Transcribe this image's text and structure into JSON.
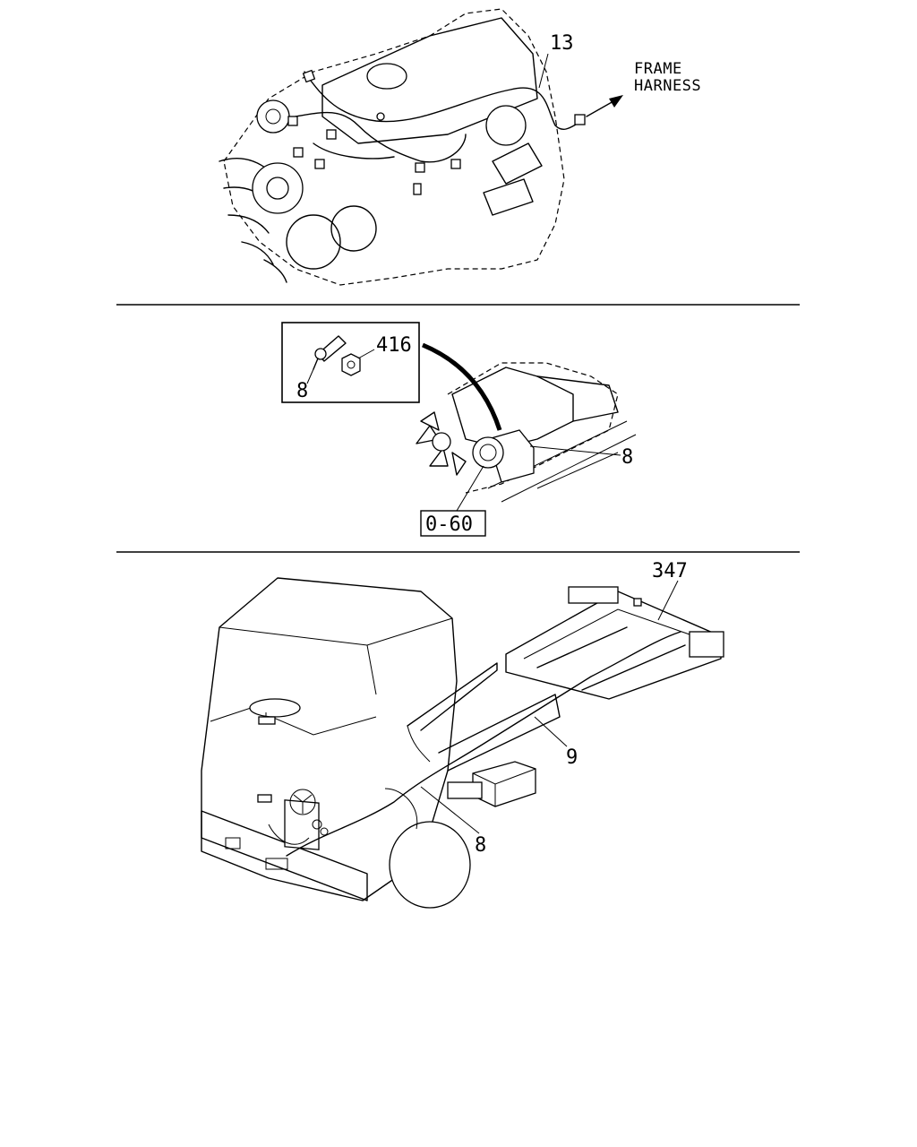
{
  "panels": {
    "engine": {
      "callout_harness": "13",
      "label_line1": "FRAME",
      "label_line2": "HARNESS"
    },
    "starter": {
      "callout_nut": "416",
      "callout_cable_inset": "8",
      "callout_cable": "8",
      "reference_box": "0-60"
    },
    "chassis": {
      "callout_tail": "347",
      "callout_frame": "9",
      "callout_battery_cable": "8"
    }
  }
}
